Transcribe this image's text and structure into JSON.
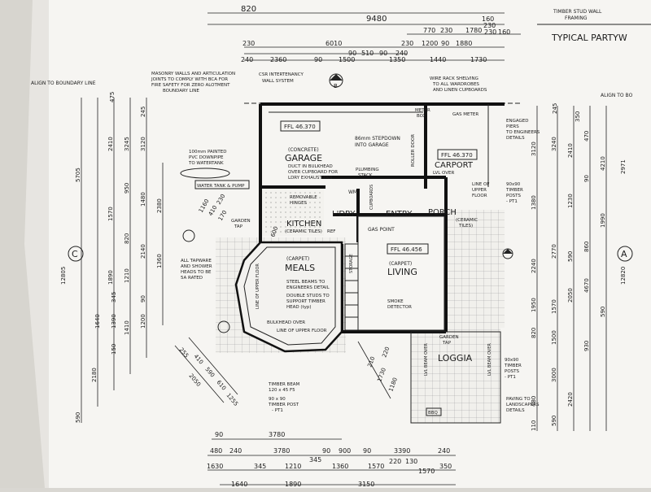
{
  "title_block": {
    "stud_wall_line1": "TIMBER STUD WALL",
    "stud_wall_line2": "FRAMING",
    "partywall_title": "TYPICAL PARTYW"
  },
  "top_dims": {
    "row1": [
      "820",
      "9480",
      "160"
    ],
    "row2": [
      "770",
      "230",
      "1780",
      "230",
      "160",
      "230"
    ],
    "row3": [
      "230",
      "6010",
      "230",
      "1200",
      "90",
      "1880"
    ],
    "row4": [
      "90",
      "510",
      "90",
      "240"
    ],
    "row5": [
      "240",
      "2360",
      "90",
      "1500",
      "1350",
      "1440",
      "1730"
    ]
  },
  "annotations": {
    "align_left": "ALIGN TO BOUNDARY LINE",
    "align_right": "ALIGN TO BO",
    "masonry": [
      "MASONRY WALLS AND ARTICULATION",
      "JOINTS TO COMPLY WITH BCA FOR",
      "FIRE SAFETY FOR ZERO ALOTMENT",
      "BOUNDARY LINE"
    ],
    "csr": [
      "CSR INTERTENANCY",
      "WALL SYSTEM"
    ],
    "wire_rack": [
      "WIRE RACK SHELVING",
      "TO ALL WARDROBES",
      "AND LINEN CUPBOARDS"
    ],
    "meter_box": [
      "METER",
      "BOX"
    ],
    "gas_meter": "GAS METER",
    "engaged_piers": [
      "ENGAGED",
      "PIERS",
      "TO ENGINEERS",
      "DETAILS"
    ],
    "ffl_garage": "FFL 46.370",
    "ffl_carport": "FFL 46.370",
    "ffl_living": "FFL 46.456",
    "stepdown": [
      "86mm STEPDOWN",
      "INTO GARAGE"
    ],
    "garage_notes": [
      "(CONCRETE)",
      "GARAGE",
      "DUCT IN BULKHEAD",
      "OVER CUPBOARD FOR",
      "LDRY EXHAUST FAN"
    ],
    "plumbing": [
      "PLUMBING",
      "STACK"
    ],
    "roller_door": "ROLLER DOOR",
    "carport": "CARPORT",
    "lvl_over": "LVL OVER",
    "line_upper": [
      "LINE OF",
      "UPPER",
      "FLOOR"
    ],
    "timber_posts_top": [
      "90x90",
      "TIMBER",
      "POSTS",
      "- PT1"
    ],
    "downpipe": [
      "100mm PAINTED",
      "PVC DOWNPIPE",
      "TO WATERTANK"
    ],
    "water_tank": "WATER TANK & PUMP",
    "removable": [
      "REMOVABLE",
      "HINGES"
    ],
    "wm": "WM",
    "cupboards": "CUPBOARDS",
    "garden_tap_left": [
      "GARDEN",
      "TAP"
    ],
    "kitchen": [
      "KITCHEN",
      "(CERAMIC TILES)",
      "REF"
    ],
    "ldry": "L'DRY",
    "entry": "ENTRY",
    "porch": [
      "PORCH",
      "(CERAMIC",
      "TILES)"
    ],
    "gas_point": "GAS POINT",
    "all_tapware": [
      "ALL TAPWARE",
      "AND SHOWER",
      "HEADS TO BE",
      "5A RATED"
    ],
    "meals": [
      "(CARPET)",
      "MEALS"
    ],
    "living": [
      "(CARPET)",
      "LIVING"
    ],
    "steel_beams": [
      "STEEL BEAMS TO",
      "ENGINEERS DETAIL",
      "DOUBLE STUDS TO",
      "SUPPORT TIMBER",
      "HEAD (typ)"
    ],
    "storage": "STORAGE",
    "smoke": [
      "SMOKE",
      "DETECTOR"
    ],
    "bulkhead": "BULKHEAD OVER",
    "line_upper_floor": "LINE OF UPPER FLOOR",
    "line_upper_vert": "LINE OF UPPER FLOOR",
    "garden_tap_right": [
      "GARDEN",
      "TAP"
    ],
    "loggia": "LOGGIA",
    "lvl_beam": "LVL BEAM OVER",
    "timber_posts_right": [
      "90x90",
      "TIMBER",
      "POSTS",
      "- PT1"
    ],
    "paving": [
      "PAVING TO",
      "LANDSCAPERS",
      "DETAILS"
    ],
    "timber_beam": [
      "TIMBER BEAM",
      "120 x 45 F5",
      "90 x 90",
      "TIMBER POST",
      "- PT1"
    ],
    "bbq": "BBQ",
    "section_a": "A",
    "section_c": "C",
    "section_b": "B"
  },
  "left_dims": [
    "475",
    "245",
    "5705",
    "2410",
    "3245",
    "3120",
    "950",
    "1480",
    "2380",
    "1570",
    "820",
    "2140",
    "1890",
    "1210",
    "345",
    "1390",
    "90",
    "1640",
    "150",
    "2180",
    "590",
    "1360",
    "1200",
    "1410",
    "12805"
  ],
  "right_dims": [
    "245",
    "350",
    "3240",
    "2410",
    "470",
    "3120",
    "4210",
    "2971",
    "1380",
    "1230",
    "1990",
    "90",
    "2240",
    "2770",
    "590",
    "860",
    "4670",
    "12820",
    "1950",
    "1570",
    "2050",
    "590",
    "820",
    "1500",
    "930",
    "3000",
    "2420",
    "590",
    "110",
    "480"
  ],
  "diag_dims": [
    "255",
    "410",
    "590",
    "610",
    "2050",
    "1255",
    "210",
    "1730",
    "1180",
    "220",
    "600",
    "170",
    "410",
    "1160",
    "230"
  ],
  "bottom_dims": {
    "row1": [
      "90",
      "3780"
    ],
    "row2": [
      "480",
      "240",
      "3780",
      "90",
      "900",
      "90",
      "3390",
      "240"
    ],
    "row3": [
      "1630",
      "345",
      "1210",
      "345",
      "1360",
      "1570",
      "220",
      "130",
      "1570",
      "350"
    ],
    "row4": [
      "1640",
      "1890",
      "3150"
    ]
  }
}
